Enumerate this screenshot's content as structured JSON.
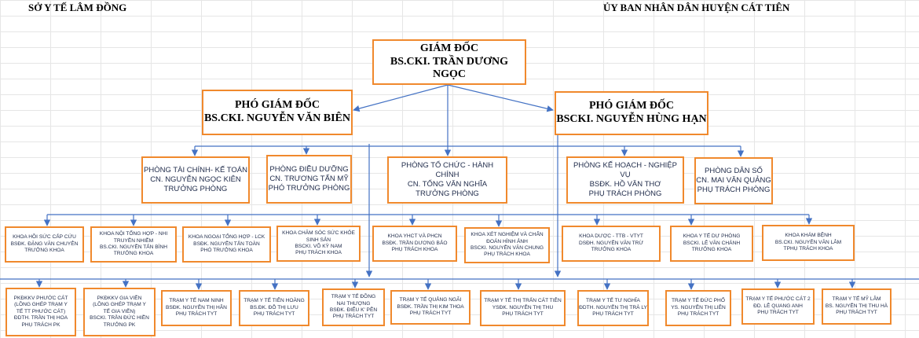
{
  "header": {
    "left": "SỞ Y TẾ LÂM ĐỒNG",
    "right": "ỦY BAN NHÂN DÂN HUYỆN CÁT TIÊN"
  },
  "director": {
    "title": "GIÁM ĐỐC",
    "name": "BS.CKI. TRẦN DƯƠNG NGỌC"
  },
  "deputies": [
    {
      "title": "PHÓ GIÁM ĐỐC",
      "name": "BS.CKI. NGUYỄN VĂN BIÊN"
    },
    {
      "title": "PHÓ GIÁM ĐỐC",
      "name": "BSCKI. NGUYỄN HÙNG HẠN"
    }
  ],
  "departments": [
    {
      "lines": [
        "PHÒNG TÀI CHÍNH- KẾ TOÁN",
        "CN. NGUYỄN NGỌC KIÊN",
        "TRƯỞNG PHÒNG"
      ]
    },
    {
      "lines": [
        "PHÒNG ĐIỀU DƯỠNG",
        "CN. TRƯƠNG TẤN MỸ",
        "PHÓ TRƯỞNG PHÒNG"
      ]
    },
    {
      "lines": [
        "PHÒNG TỔ CHỨC - HÀNH CHÍNH",
        "CN. TỐNG VĂN NGHĨA",
        "TRƯỞNG PHÒNG"
      ]
    },
    {
      "lines": [
        "PHÒNG KẾ HOẠCH - NGHIỆP VỤ",
        "BSĐK. HỒ VĂN THƠ",
        "PHỤ TRÁCH PHÒNG"
      ]
    },
    {
      "lines": [
        "PHÒNG DÂN SỐ",
        "CN. MAI VĂN QUẢNG",
        "PHỤ TRÁCH PHÒNG"
      ]
    }
  ],
  "clinical": [
    {
      "lines": [
        "KHOA HỒI SỨC CẤP CỨU",
        "BSĐK. ĐẶNG VĂN CHUYÊN",
        "TRƯỞNG KHOA"
      ]
    },
    {
      "lines": [
        "KHOA NỘI TỔNG HỢP - NHI",
        "TRUYỀN NHIỄM",
        "BS.CKI. NGUYỄN TẤN BÌNH",
        "TRƯỞNG KHOA"
      ]
    },
    {
      "lines": [
        "KHOA NGOẠI TỔNG HỢP - LCK",
        "BSĐK. NGUYỄN TẤN TOÀN",
        "PHÓ TRƯỞNG KHOA"
      ]
    },
    {
      "lines": [
        "KHOA  CHĂM SÓC SỨC KHỎE",
        "SINH SẢN",
        "BSCKI. VÕ KỲ NAM",
        "PHỤ TRÁCH KHOA"
      ]
    },
    {
      "lines": [
        "KHOA YHCT VÀ PHCN",
        "BSĐK. TRẦN DƯƠNG BẢO",
        "PHỤ TRÁCH KHOA"
      ]
    },
    {
      "lines": [
        "KHOA XÉT NGHIỆM VÀ CHẨN",
        "ĐOÁN HÌNH ẢNH",
        "BSCKI. NGUYỄN VĂN CHUNG",
        "PHỤ TRÁCH KHOA"
      ]
    },
    {
      "lines": [
        "KHOA DƯỢC  - TTB - VTYT",
        "DSĐH. NGUYỄN VĂN TRỪ",
        "TRƯỞNG KHOA"
      ]
    },
    {
      "lines": [
        "KHOA Y TẾ DỰ PHÒNG",
        "BSCKI. LÊ VĂN CHÁNH",
        "TRƯỞNG KHOA"
      ]
    },
    {
      "lines": [
        "KHOA KHÁM BỆNH",
        "BS.CKI. NGUYỄN  VĂN LÂM",
        "TPHỤ TRÁCH KHOA"
      ]
    }
  ],
  "stations": [
    {
      "lines": [
        "PKĐKKV PHƯỚC CÁT",
        "(LỒNG GHÉP TRẠM Y",
        "TẾ TT PHƯỚC CÁT)",
        "ĐDTH. TRẦN THỊ HOA",
        "PHỤ TRÁCH PK"
      ]
    },
    {
      "lines": [
        "PKĐKKV GIA VIỄN",
        "(LỒNG GHÉP TRẠM Y",
        "TẾ GIA VIỄN)",
        "BSCKI. TRẦN ĐỨC HIỀN",
        "TRƯỞNG PK"
      ]
    },
    {
      "lines": [
        "TRẠM Y TẾ  NAM  NINH",
        "BSĐK. NGUYỄN THỊ HÂN",
        "PHỤ TRÁCH TYT"
      ]
    },
    {
      "lines": [
        "TRẠM Y TẾ TIÊN HOÀNG",
        "BS.ĐK. ĐỖ THỊ LƯU",
        "PHỤ TRÁCH TYT"
      ]
    },
    {
      "lines": [
        "TRẠM Y TẾ  ĐỒNG",
        "NAI THƯỢNG",
        "BSĐK. ĐIỂU K' PÊN",
        "PHỤ TRÁCH TYT"
      ]
    },
    {
      "lines": [
        "TRẠM Y TẾ QUẢNG NGÃI",
        "BSĐK. TRẦN THỊ KIM THOA",
        "PHỤ TRÁCH TYT"
      ]
    },
    {
      "lines": [
        "TRẠM Y TẾ THỊ TRẤN CÁT TIÊN",
        "YSĐK. NGUYỄN THỊ THU",
        "PHỤ TRÁCH TYT"
      ]
    },
    {
      "lines": [
        "TRẠM Y TẾ TƯ NGHĨA",
        "ĐDTH. NGUYỄN THỊ TRÀ LY",
        "PHỤ TRÁCH TYT"
      ]
    },
    {
      "lines": [
        "TRẠM Y TẾ ĐỨC PHỔ",
        "YS. NGUYỄN THỊ LIÊN",
        "PHỤ TRÁCH TYT"
      ]
    },
    {
      "lines": [
        "TRẠM Y TẾ  PHƯỚC CÁT 2",
        "ĐD. LÊ QUANG ANH",
        "PHỤ TRÁCH TYT"
      ]
    },
    {
      "lines": [
        "TRẠM Y TẾ MỸ LÂM",
        "BS. NGUYỄN THỊ THU HÀ",
        "PHỤ TRÁCH TYT"
      ]
    }
  ]
}
